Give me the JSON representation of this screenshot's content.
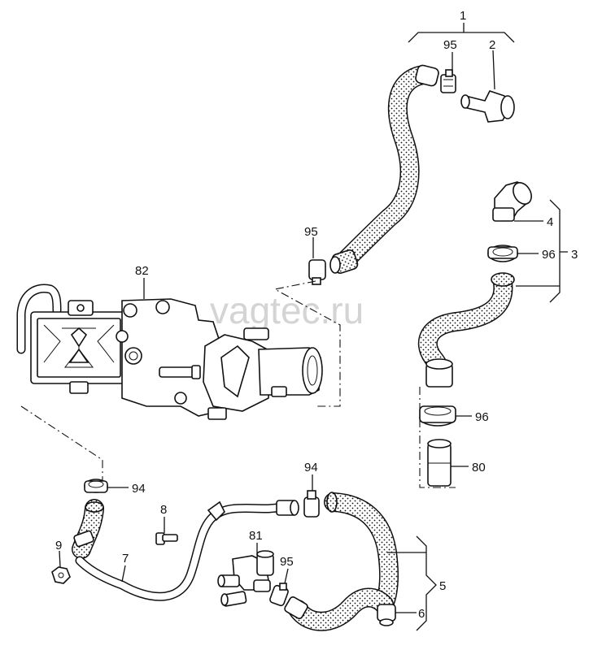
{
  "watermark": "vagtec.ru",
  "callouts": {
    "c1": "1",
    "c2": "2",
    "c3": "3",
    "c4": "4",
    "c5": "5",
    "c6": "6",
    "c7": "7",
    "c8": "8",
    "c9": "9",
    "c80": "80",
    "c81": "81",
    "c82": "82",
    "c94a": "94",
    "c94b": "94",
    "c95a": "95",
    "c95b": "95",
    "c95c": "95",
    "c96a": "96",
    "c96b": "96"
  }
}
